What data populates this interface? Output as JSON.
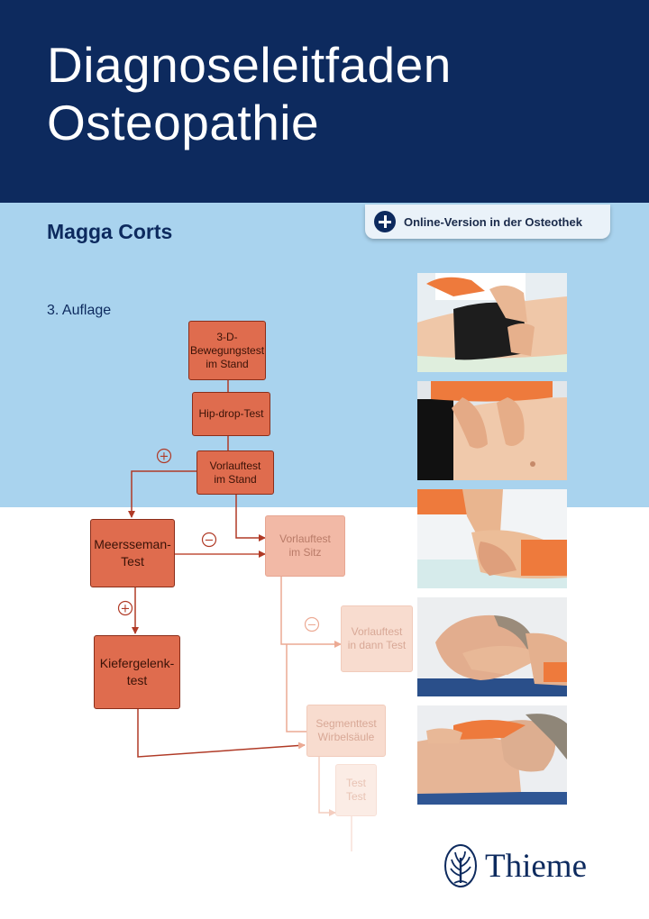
{
  "book": {
    "title_line1": "Diagnoseleitfaden",
    "title_line2": "Osteopathie",
    "author": "Magga Corts",
    "edition": "3. Auflage",
    "online_badge": "Online-Version in der Osteothek",
    "publisher": "Thieme"
  },
  "flowchart": {
    "boxes": {
      "b1": "3-D-Bewegungstest im Stand",
      "b2": "Hip-drop-Test",
      "b3": "Vorlauftest im Stand",
      "b4": "Meersseman-Test",
      "b5": "Vorlauftest im Sitz",
      "b6": "Kiefergelenk-test",
      "b7": "Vorlauftest in dann Test",
      "b8": "Segmenttest Wirbelsäule",
      "b9": "Test Test"
    },
    "signs": {
      "plus": "+",
      "minus": "−"
    }
  },
  "photos": [
    "Therapist hands on patient's lower back and hip",
    "Therapist palpating patient's abdomen",
    "Hands treating a patient's wrist and forearm",
    "Therapist cradling a patient's head",
    "Patient lying supine receiving neck treatment"
  ],
  "colors": {
    "navy": "#0d2a5e",
    "light_blue": "#a9d3ee",
    "flow_orange": "#df6c4e",
    "flow_red_line": "#b03a26"
  }
}
